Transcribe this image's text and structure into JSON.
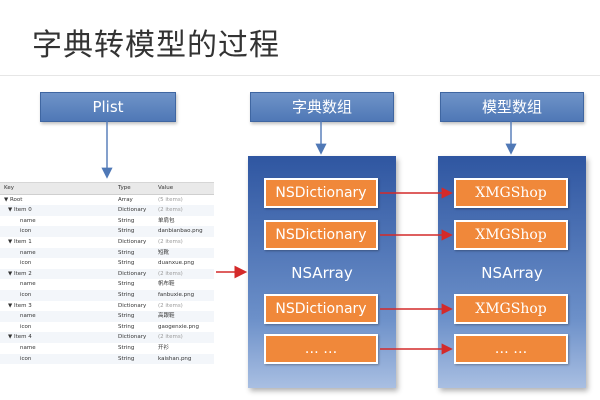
{
  "title": "字典转模型的过程",
  "headers": {
    "plist": "Plist",
    "dict_array": "字典数组",
    "model_array": "模型数组"
  },
  "dict_panel": {
    "label": "NSArray",
    "items": [
      "NSDictionary",
      "NSDictionary",
      "NSDictionary",
      "… …"
    ]
  },
  "model_panel": {
    "label": "NSArray",
    "items": [
      "XMGShop",
      "XMGShop",
      "XMGShop",
      "… …"
    ]
  },
  "plist_table": {
    "columns": [
      "Key",
      "Type",
      "Value"
    ],
    "rows": [
      {
        "key": "▼ Root",
        "type": "Array",
        "value": "(5 items)"
      },
      {
        "key": "▼ Item 0",
        "type": "Dictionary",
        "value": "(2 items)"
      },
      {
        "key": "name",
        "type": "String",
        "value": "单肩包"
      },
      {
        "key": "icon",
        "type": "String",
        "value": "danbianbao.png"
      },
      {
        "key": "▼ Item 1",
        "type": "Dictionary",
        "value": "(2 items)"
      },
      {
        "key": "name",
        "type": "String",
        "value": "短靴"
      },
      {
        "key": "icon",
        "type": "String",
        "value": "duanxue.png"
      },
      {
        "key": "▼ Item 2",
        "type": "Dictionary",
        "value": "(2 items)"
      },
      {
        "key": "name",
        "type": "String",
        "value": "帆布鞋"
      },
      {
        "key": "icon",
        "type": "String",
        "value": "fanbuxie.png"
      },
      {
        "key": "▼ Item 3",
        "type": "Dictionary",
        "value": "(2 items)"
      },
      {
        "key": "name",
        "type": "String",
        "value": "高跟鞋"
      },
      {
        "key": "icon",
        "type": "String",
        "value": "gaogenxie.png"
      },
      {
        "key": "▼ Item 4",
        "type": "Dictionary",
        "value": "(2 items)"
      },
      {
        "key": "name",
        "type": "String",
        "value": "开衫"
      },
      {
        "key": "icon",
        "type": "String",
        "value": "kaishan.png"
      }
    ]
  },
  "colors": {
    "header_blue": "#5a82be",
    "panel_blue": "#2f56a1",
    "item_orange": "#f0883a",
    "arrow_red": "#d42a2a",
    "arrow_blue": "#4f78b6"
  }
}
